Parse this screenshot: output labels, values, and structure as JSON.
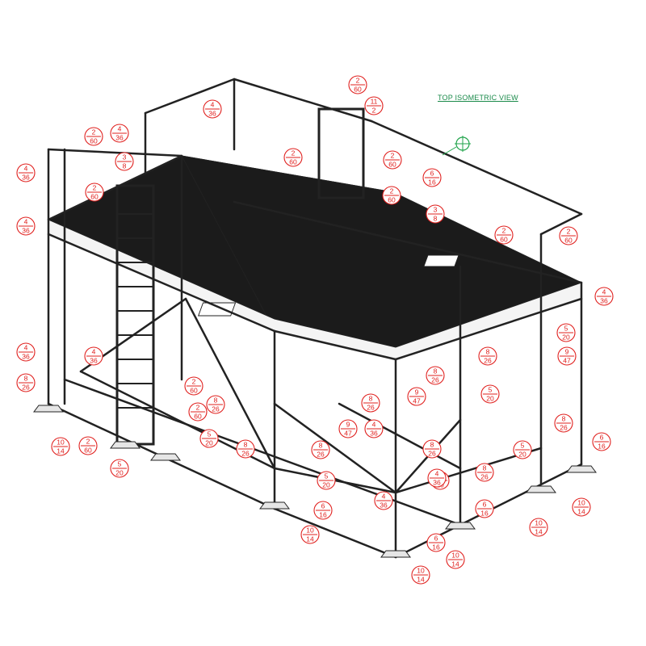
{
  "view_title": "TOP ISOMETRIC VIEW",
  "colors": {
    "callout": "#e0201e",
    "view_title": "#1a8a4a",
    "section_marker": "#1fa34a",
    "deck": "#1b1b1b",
    "pipe": "#222222"
  },
  "callouts": [
    {
      "top": "4",
      "bottom": "36"
    },
    {
      "top": "2",
      "bottom": "60"
    },
    {
      "top": "3",
      "bottom": "8"
    },
    {
      "top": "4",
      "bottom": "36"
    },
    {
      "top": "2",
      "bottom": "60"
    },
    {
      "top": "2",
      "bottom": "60"
    },
    {
      "top": "11",
      "bottom": "2"
    },
    {
      "top": "2",
      "bottom": "60"
    },
    {
      "top": "2",
      "bottom": "60"
    },
    {
      "top": "4",
      "bottom": "36"
    },
    {
      "top": "2",
      "bottom": "60"
    },
    {
      "top": "4",
      "bottom": "36"
    },
    {
      "top": "2",
      "bottom": "60"
    },
    {
      "top": "6",
      "bottom": "16"
    },
    {
      "top": "3",
      "bottom": "8"
    },
    {
      "top": "2",
      "bottom": "60"
    },
    {
      "top": "4",
      "bottom": "36"
    },
    {
      "top": "4",
      "bottom": "36"
    },
    {
      "top": "8",
      "bottom": "26"
    },
    {
      "top": "4",
      "bottom": "36"
    },
    {
      "top": "5",
      "bottom": "20"
    },
    {
      "top": "8",
      "bottom": "26"
    },
    {
      "top": "9",
      "bottom": "47"
    },
    {
      "top": "2",
      "bottom": "60"
    },
    {
      "top": "10",
      "bottom": "14"
    },
    {
      "top": "2",
      "bottom": "60"
    },
    {
      "top": "2",
      "bottom": "60"
    },
    {
      "top": "5",
      "bottom": "20"
    },
    {
      "top": "8",
      "bottom": "26"
    },
    {
      "top": "8",
      "bottom": "26"
    },
    {
      "top": "9",
      "bottom": "47"
    },
    {
      "top": "4",
      "bottom": "36"
    },
    {
      "top": "5",
      "bottom": "20"
    },
    {
      "top": "6",
      "bottom": "16"
    },
    {
      "top": "10",
      "bottom": "14"
    },
    {
      "top": "8",
      "bottom": "26"
    },
    {
      "top": "8",
      "bottom": "26"
    },
    {
      "top": "9",
      "bottom": "47"
    },
    {
      "top": "8",
      "bottom": "26"
    },
    {
      "top": "5",
      "bottom": "20"
    },
    {
      "top": "8",
      "bottom": "26"
    },
    {
      "top": "5",
      "bottom": "20"
    },
    {
      "top": "8",
      "bottom": "26"
    },
    {
      "top": "5",
      "bottom": "20"
    },
    {
      "top": "4",
      "bottom": "36"
    },
    {
      "top": "6",
      "bottom": "16"
    },
    {
      "top": "6",
      "bottom": "16"
    },
    {
      "top": "10",
      "bottom": "14"
    },
    {
      "top": "10",
      "bottom": "14"
    },
    {
      "top": "5",
      "bottom": "20"
    },
    {
      "top": "8",
      "bottom": "26"
    },
    {
      "top": "4",
      "bottom": "36"
    },
    {
      "top": "6",
      "bottom": "16"
    },
    {
      "top": "10",
      "bottom": "14"
    },
    {
      "top": "10",
      "bottom": "14"
    }
  ]
}
